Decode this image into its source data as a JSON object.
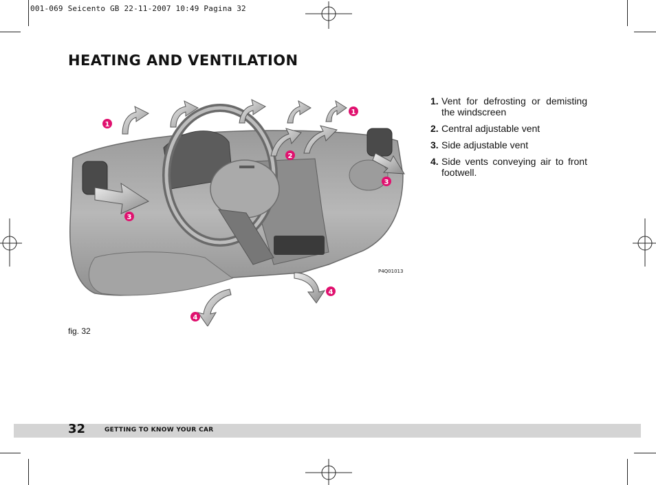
{
  "print_header": "001-069 Seicento GB  22-11-2007  10:49  Pagina 32",
  "page_title": "HEATING AND VENTILATION",
  "figure": {
    "code": "P4Q01013",
    "caption": "fig. 32",
    "callouts": [
      "1",
      "1",
      "2",
      "3",
      "3",
      "4",
      "4"
    ]
  },
  "items": [
    {
      "num": "1.",
      "text": "Vent for defrosting or demisting the windscreen"
    },
    {
      "num": "2.",
      "text": "Central adjustable vent"
    },
    {
      "num": "3.",
      "text": "Side adjustable vent"
    },
    {
      "num": "4.",
      "text": "Side vents conveying air to front footwell."
    }
  ],
  "footer": {
    "page_number": "32",
    "section": "GETTING TO KNOW YOUR CAR"
  },
  "colors": {
    "callout": "#e0116f",
    "footer_band": "#d4d4d4",
    "dashboard": "#a9a9a9"
  }
}
